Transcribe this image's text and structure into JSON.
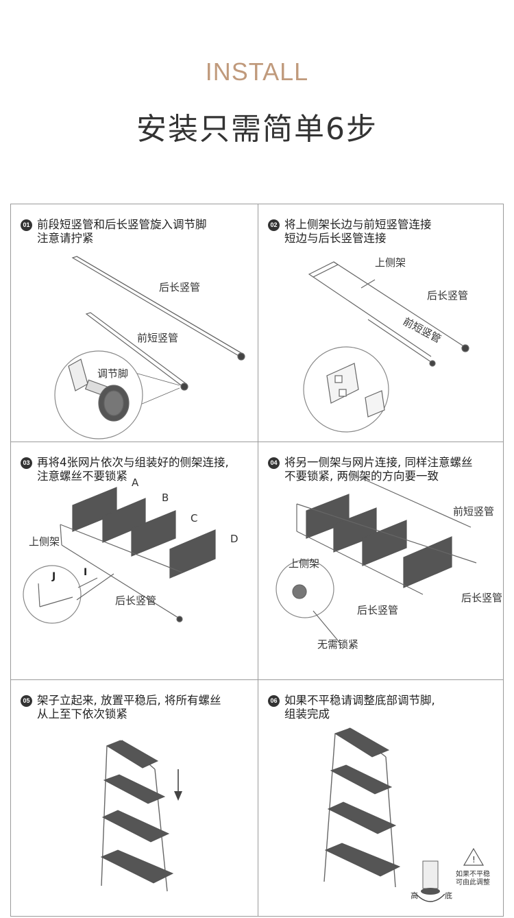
{
  "header": {
    "subtitle": "INSTALL",
    "title": "安装只需简单6步"
  },
  "steps": [
    {
      "num": "01",
      "line1": "前段短竖管和后长竖管旋入调节脚",
      "line2": "注意请拧紧",
      "labels": {
        "long_tube": "后长竖管",
        "short_tube": "前短竖管",
        "foot": "调节脚"
      }
    },
    {
      "num": "02",
      "line1": "将上侧架长边与前短竖管连接",
      "line2": "短边与后长竖管连接",
      "labels": {
        "top_frame": "上侧架",
        "long_tube": "后长竖管",
        "short_tube": "前短竖管"
      }
    },
    {
      "num": "03",
      "line1": "再将4张网片依次与组装好的侧架连接,",
      "line2": "注意螺丝不要锁紧",
      "labels": {
        "a": "A",
        "b": "B",
        "c": "C",
        "d": "D",
        "top_frame": "上侧架",
        "long_tube": "后长竖管",
        "j": "J",
        "i": "I"
      }
    },
    {
      "num": "04",
      "line1": "将另一侧架与网片连接, 同样注意螺丝",
      "line2": "不要锁紧, 两侧架的方向要一致",
      "labels": {
        "short_tube": "前短竖管",
        "top_frame": "上侧架",
        "long_tube_a": "后长竖管",
        "long_tube_b": "后长竖管",
        "no_lock": "无需锁紧"
      }
    },
    {
      "num": "05",
      "line1": "架子立起来, 放置平稳后, 将所有螺丝",
      "line2": "从上至下依次锁紧",
      "labels": {}
    },
    {
      "num": "06",
      "line1": "如果不平稳请调整底部调节脚,",
      "line2": "组装完成",
      "labels": {
        "high": "高",
        "low": "底",
        "warn1": "如果不平稳",
        "warn2": "可由此调整"
      }
    }
  ]
}
